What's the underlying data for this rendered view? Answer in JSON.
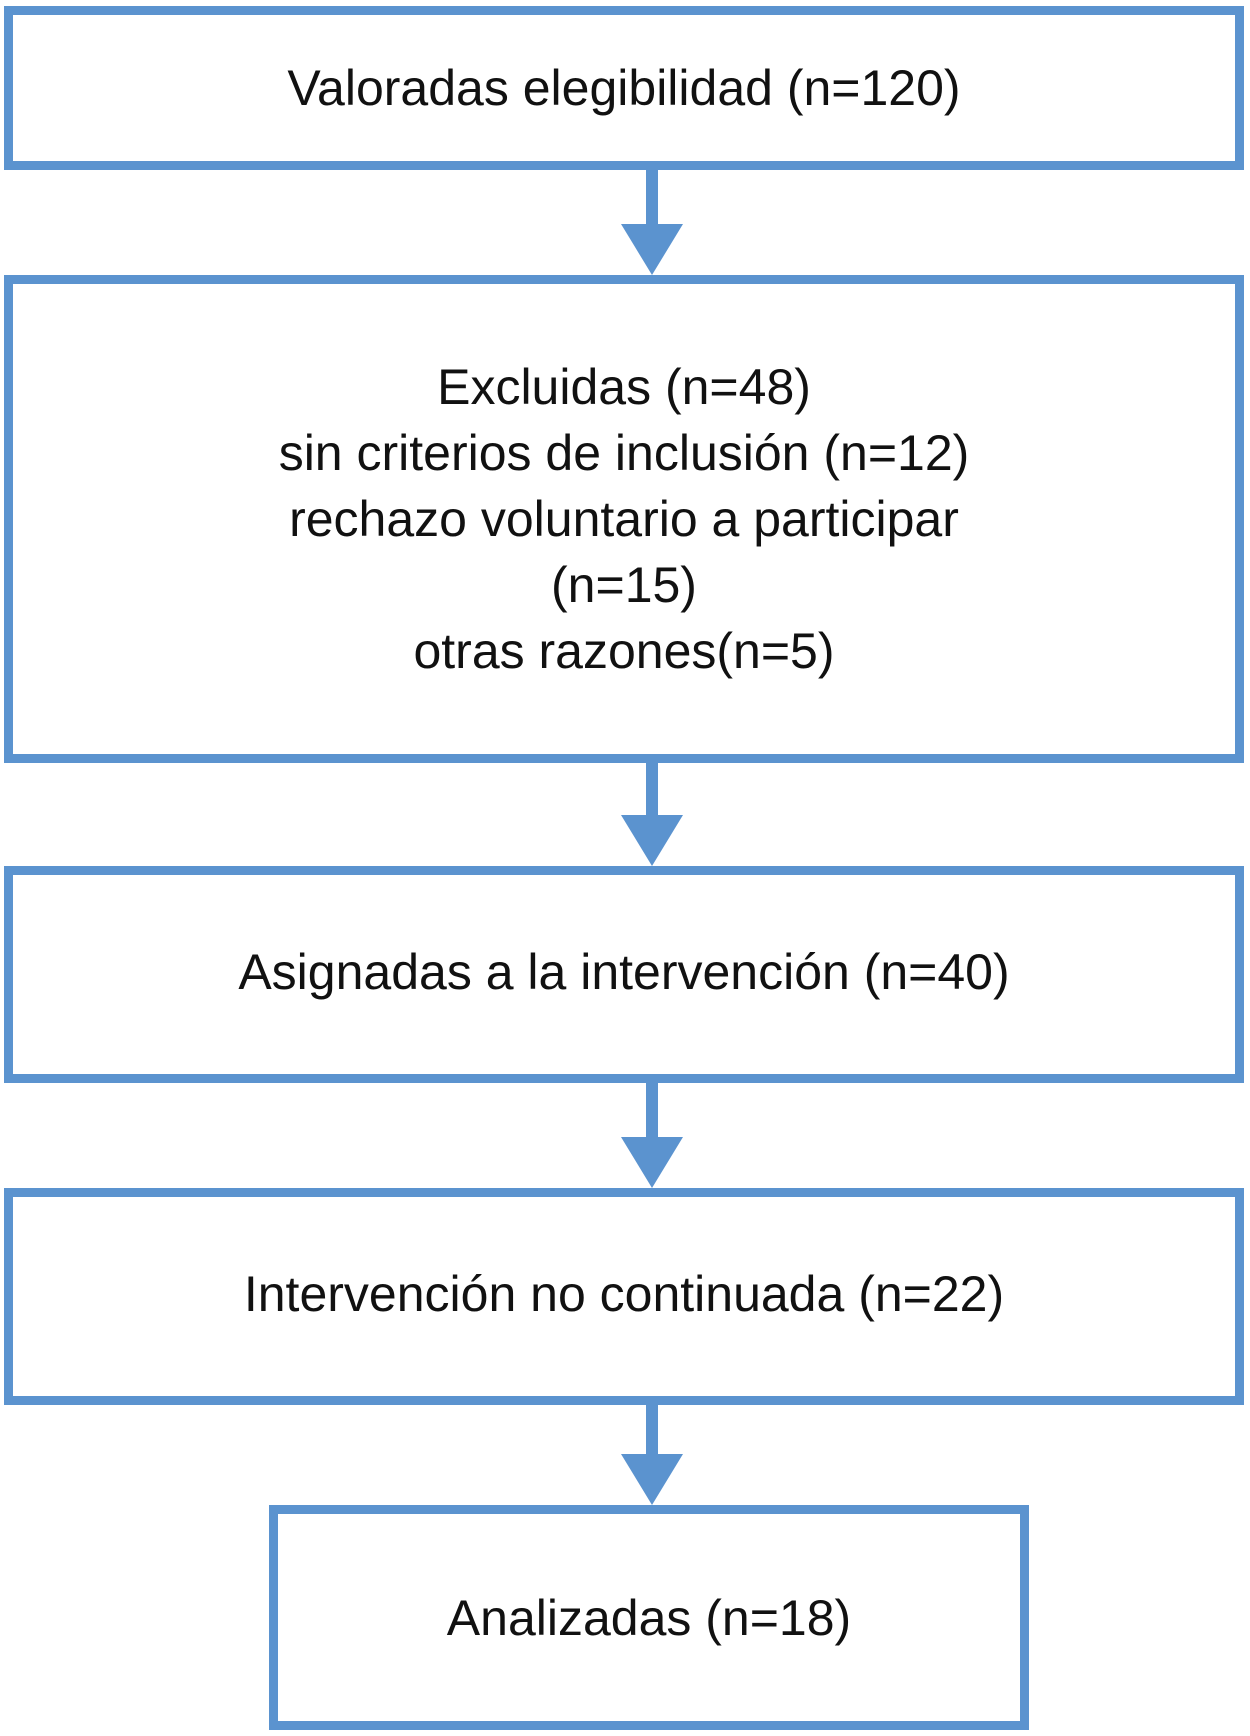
{
  "flowchart": {
    "steps": [
      {
        "lines": [
          "Valoradas elegibilidad (n=120)"
        ]
      },
      {
        "lines": [
          "Excluidas (n=48)",
          "sin criterios de inclusión (n=12)",
          "rechazo voluntario a participar",
          "(n=15)",
          "otras razones(n=5)"
        ]
      },
      {
        "lines": [
          "Asignadas a la intervención (n=40)"
        ]
      },
      {
        "lines": [
          "Intervención no continuada (n=22)"
        ]
      },
      {
        "lines": [
          "Analizadas (n=18)"
        ]
      }
    ]
  },
  "colors": {
    "border": "#5b93cf",
    "arrow": "#5b93cf",
    "text": "#111111",
    "background": "#ffffff"
  }
}
